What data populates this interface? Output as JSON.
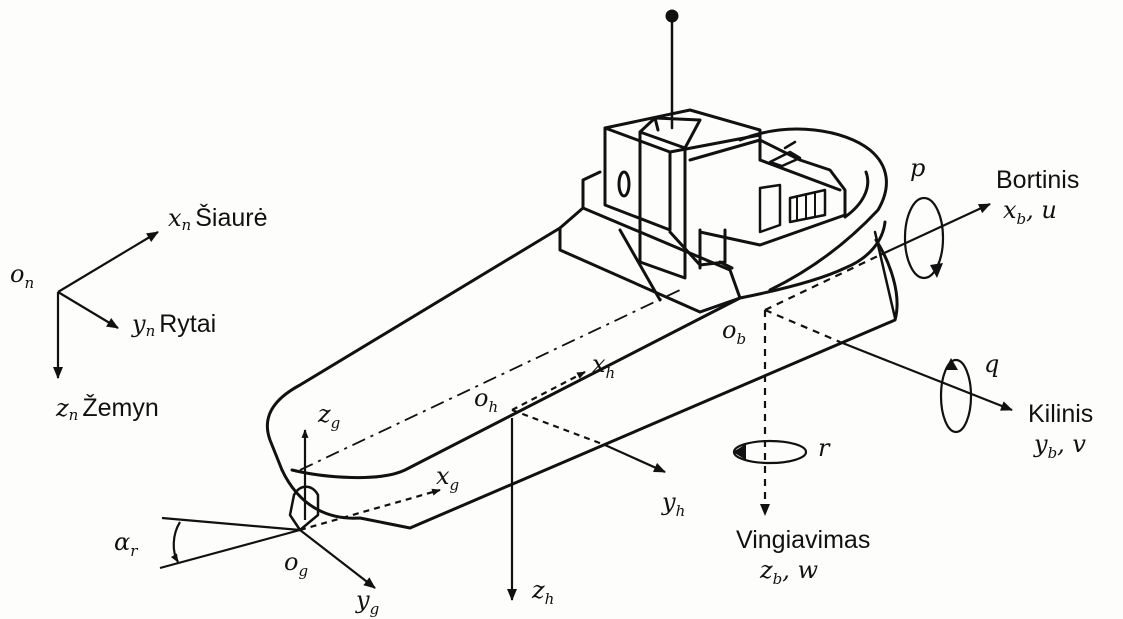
{
  "ned_frame": {
    "origin": "o",
    "origin_sub": "n",
    "x_axis": "x",
    "x_sub": "n",
    "x_name": "Šiaurė",
    "y_axis": "y",
    "y_sub": "n",
    "y_name": "Rytai",
    "z_axis": "z",
    "z_sub": "n",
    "z_name": "Žemyn"
  },
  "body_frame": {
    "origin": "o",
    "origin_sub": "b",
    "x_name": "Bortinis",
    "x_sym": "x",
    "x_sub": "b",
    "x_vel": ", u",
    "y_name": "Kilinis",
    "y_sym": "y",
    "y_sub": "b",
    "y_vel": ", v",
    "z_name": "Vingiavimas",
    "z_sym": "z",
    "z_sub": "b",
    "z_vel": ", w",
    "roll": "p",
    "pitch": "q",
    "yaw": "r"
  },
  "hull_frame": {
    "origin": "o",
    "origin_sub": "h",
    "x": "x",
    "x_sub": "h",
    "y": "y",
    "y_sub": "h",
    "z": "z",
    "z_sub": "h"
  },
  "rudder_frame": {
    "origin": "o",
    "origin_sub": "g",
    "x": "x",
    "x_sub": "g",
    "y": "y",
    "y_sub": "g",
    "z": "z",
    "z_sub": "g",
    "angle": "α",
    "angle_sub": "r"
  },
  "colors": {
    "ink": "#111111",
    "background": "#fdfdfc"
  }
}
